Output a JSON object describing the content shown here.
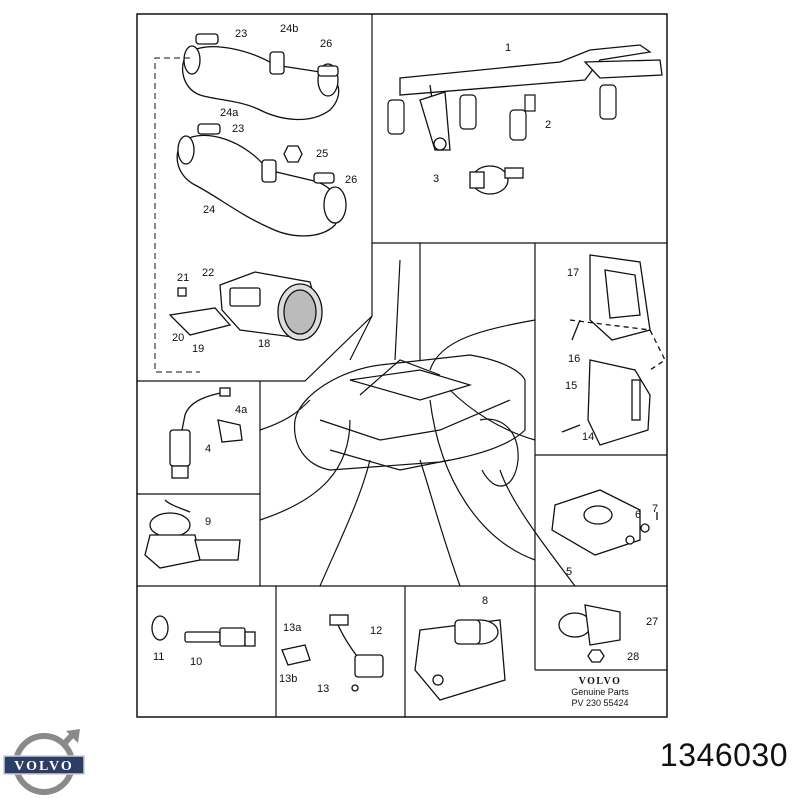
{
  "callouts": {
    "c1": "1",
    "c2": "2",
    "c3": "3",
    "c4": "4",
    "c4a": "4a",
    "c5": "5",
    "c6": "6",
    "c7": "7",
    "c8": "8",
    "c9": "9",
    "c10": "10",
    "c11": "11",
    "c12": "12",
    "c13": "13",
    "c13a": "13a",
    "c13b": "13b",
    "c14": "14",
    "c15": "15",
    "c16": "16",
    "c17": "17",
    "c18": "18",
    "c19": "19",
    "c20": "20",
    "c21": "21",
    "c22": "22",
    "c23_top": "23",
    "c23_bot": "23",
    "c24": "24",
    "c24a": "24a",
    "c24b": "24b",
    "c25": "25",
    "c26_top": "26",
    "c26_bot": "26",
    "c27": "27",
    "c28": "28"
  },
  "footer": {
    "brand": "VOLVO",
    "genuine_line1": "Genuine Parts",
    "genuine_line2": "PV 230  55424"
  },
  "logo": {
    "brand": "VOLVO"
  },
  "part_number": "1346030"
}
